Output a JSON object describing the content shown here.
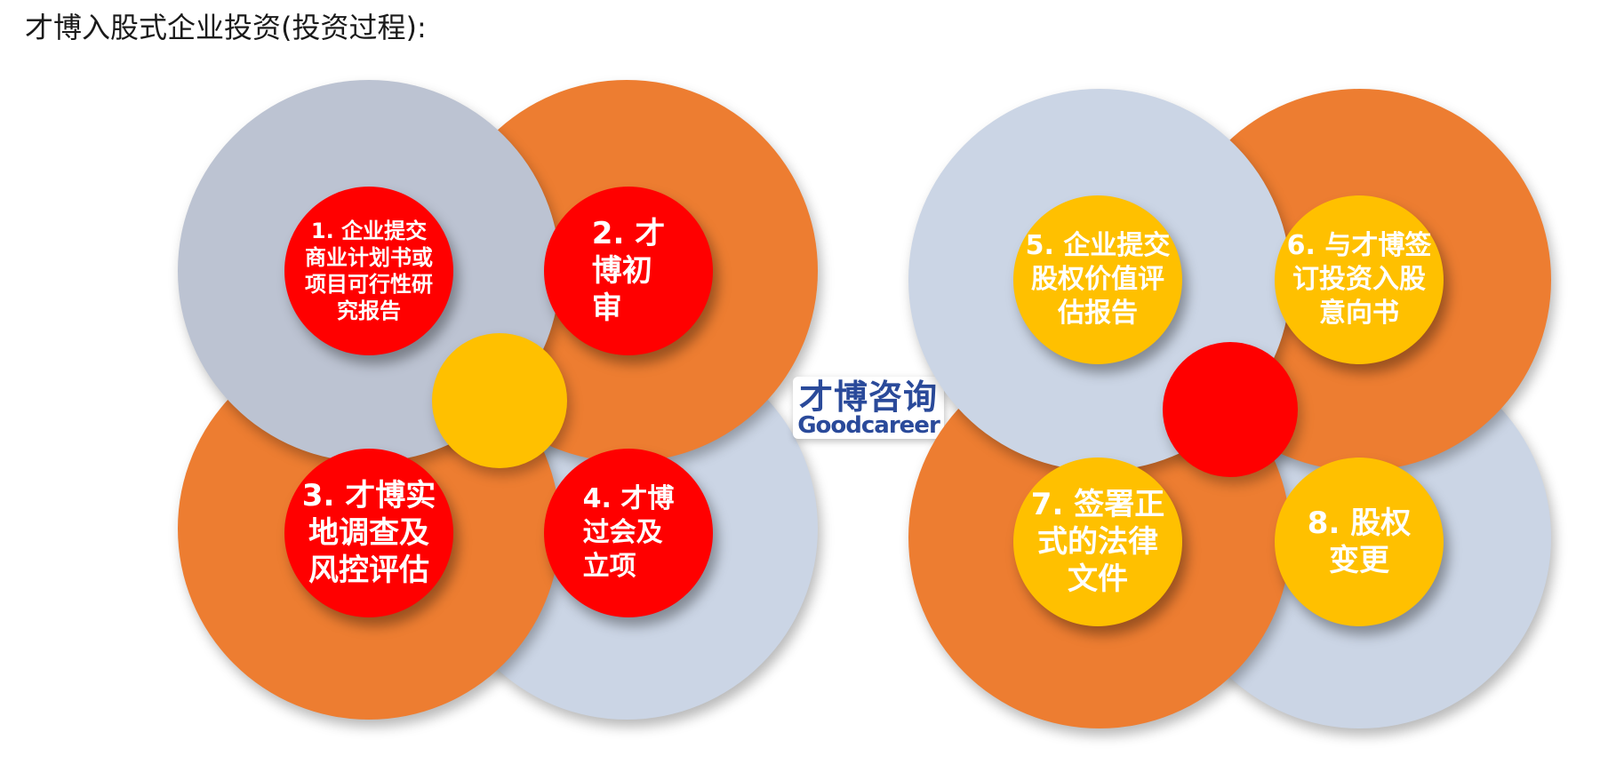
{
  "title": "才博入股式企业投资(投资过程):",
  "colors": {
    "grey": "#BCC3D2",
    "light_blue": "#CBD5E5",
    "orange": "#ED7D31",
    "red": "#FF0000",
    "yellow": "#FFC000"
  },
  "logo": {
    "chinese": "才博咨询",
    "english": "Goodcareer"
  },
  "steps": [
    {
      "label": "1. 企业提交\n商业计划书或\n项目可行性研\n究报告"
    },
    {
      "label": "2. 才\n博初\n审"
    },
    {
      "label": "3. 才博实\n地调查及\n风控评估"
    },
    {
      "label": "4. 才博\n过会及\n立项"
    },
    {
      "label": "5. 企业提交\n股权价值评\n估报告"
    },
    {
      "label": "6. 与才博签\n订投资入股\n意向书"
    },
    {
      "label": "7. 签署正\n式的法律\n文件"
    },
    {
      "label": "8. 股权\n变更"
    }
  ]
}
